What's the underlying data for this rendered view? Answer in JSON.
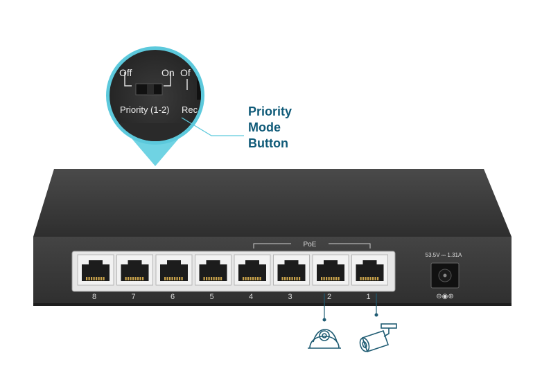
{
  "callout": {
    "lines": [
      "Priority",
      "Mode",
      "Button"
    ],
    "switch_left": "Off",
    "switch_right": "On",
    "switch_right_cut": "Of",
    "switch_caption": "Priority (1-2)",
    "switch_caption_right_cut": "Rec"
  },
  "switch": {
    "poe_label": "PoE",
    "port_numbers": [
      "8",
      "7",
      "6",
      "5",
      "4",
      "3",
      "2",
      "1"
    ],
    "power_rating": "53.5V ⎓ 1.31A",
    "polarity_symbol": "⊖◉⊕"
  },
  "colors": {
    "callout_text": "#0f5a78",
    "accent_teal": "#5cc9dc",
    "icon_stroke": "#1f5c73",
    "chassis": "#3a3a3a"
  },
  "devices": {
    "icons": [
      "dome-camera-icon",
      "bullet-camera-icon"
    ]
  }
}
